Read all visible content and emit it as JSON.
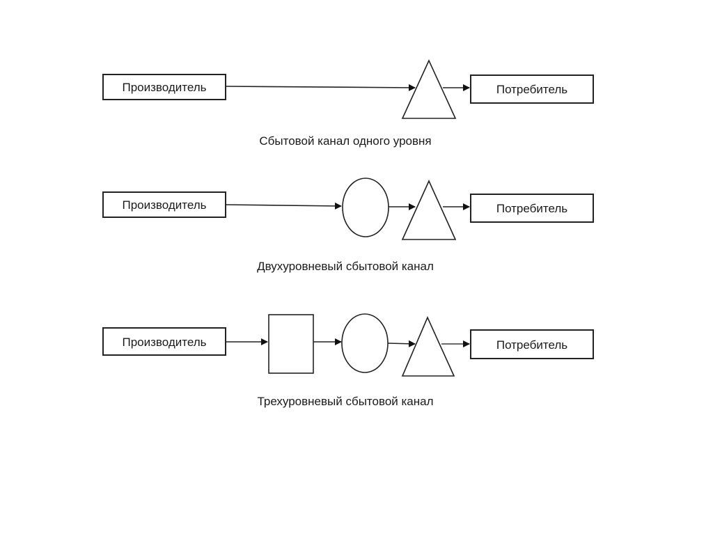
{
  "diagram": {
    "rows": [
      {
        "producer": "Производитель",
        "consumer": "Потребитель",
        "intermediaries": [
          "triangle"
        ],
        "caption": "Сбытовой канал одного уровня"
      },
      {
        "producer": "Производитель",
        "consumer": "Потребитель",
        "intermediaries": [
          "circle",
          "triangle"
        ],
        "caption": "Двухуровневый сбытовой канал"
      },
      {
        "producer": "Производитель",
        "consumer": "Потребитель",
        "intermediaries": [
          "square",
          "circle",
          "triangle"
        ],
        "caption": "Трехуровневый сбытовой канал"
      }
    ]
  }
}
